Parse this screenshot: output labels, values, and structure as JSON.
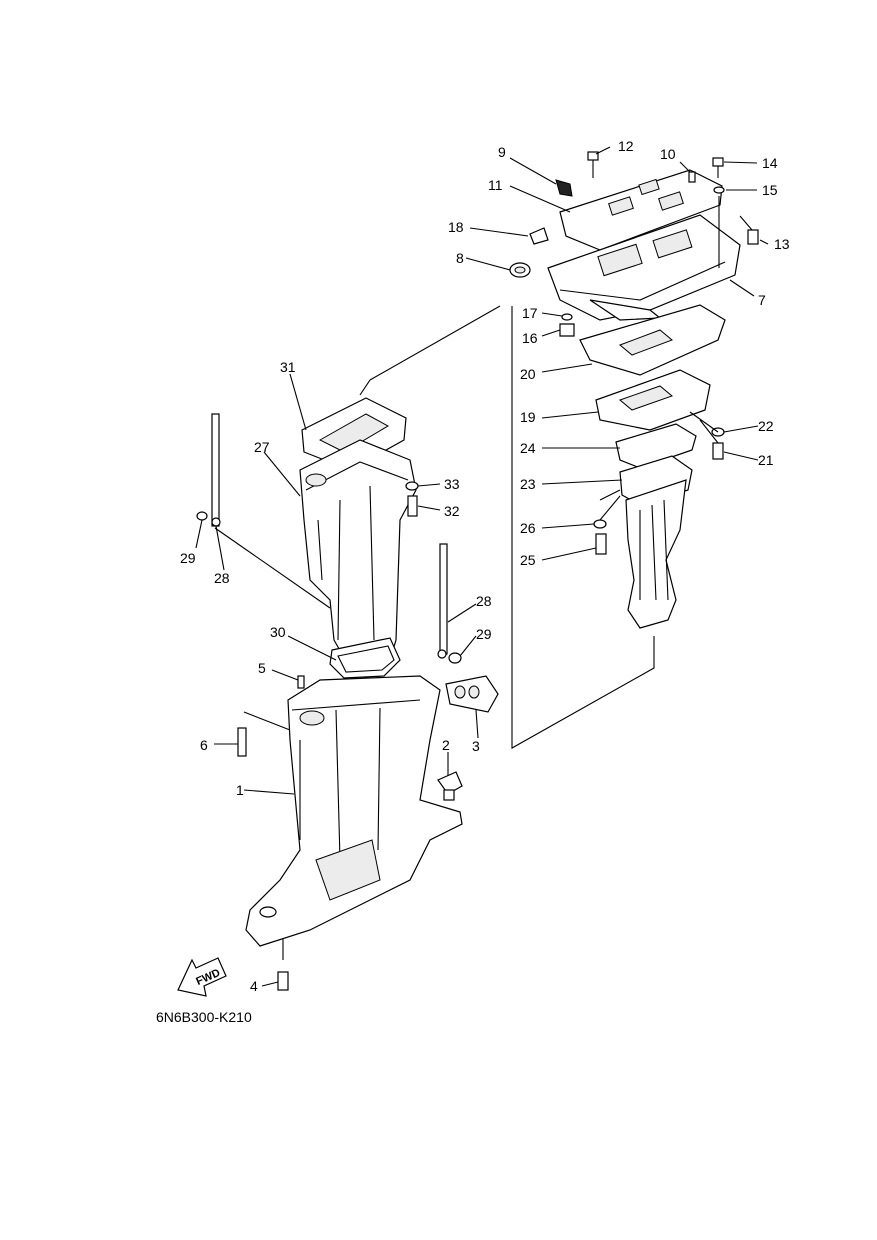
{
  "drawing_code": "6N6B300-K210",
  "fwd_label": "FWD",
  "callouts": [
    "1",
    "2",
    "3",
    "4",
    "5",
    "6",
    "7",
    "8",
    "9",
    "10",
    "11",
    "12",
    "13",
    "14",
    "15",
    "16",
    "17",
    "18",
    "19",
    "20",
    "21",
    "22",
    "23",
    "24",
    "25",
    "26",
    "27",
    "28",
    "28",
    "29",
    "29",
    "30",
    "31",
    "32",
    "33"
  ]
}
